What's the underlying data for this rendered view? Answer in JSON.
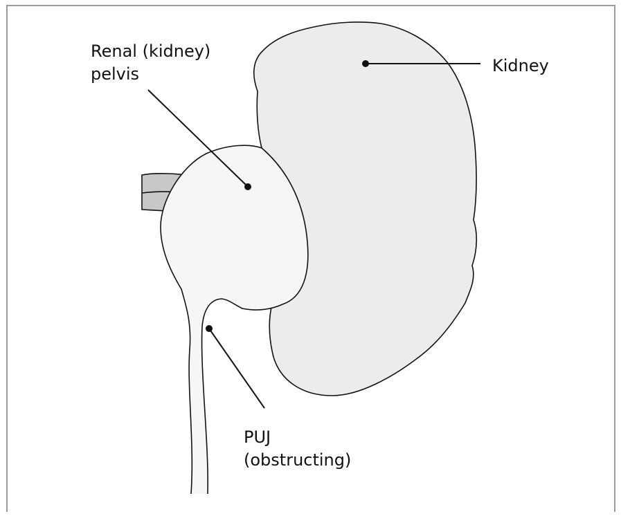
{
  "labels": {
    "renal_pelvis": [
      "Renal (kidney)",
      "pelvis"
    ],
    "kidney": "Kidney",
    "puj": [
      "PUJ",
      "(obstructing)"
    ]
  },
  "colors": {
    "frame": "#9a9a9a",
    "kidney_fill": "#ececec",
    "pelvis_fill": "#f6f6f6",
    "vessel_fill": "#c8c8c8",
    "outline": "#111111"
  },
  "icons": {
    "leader_marker": "filled-dot"
  }
}
